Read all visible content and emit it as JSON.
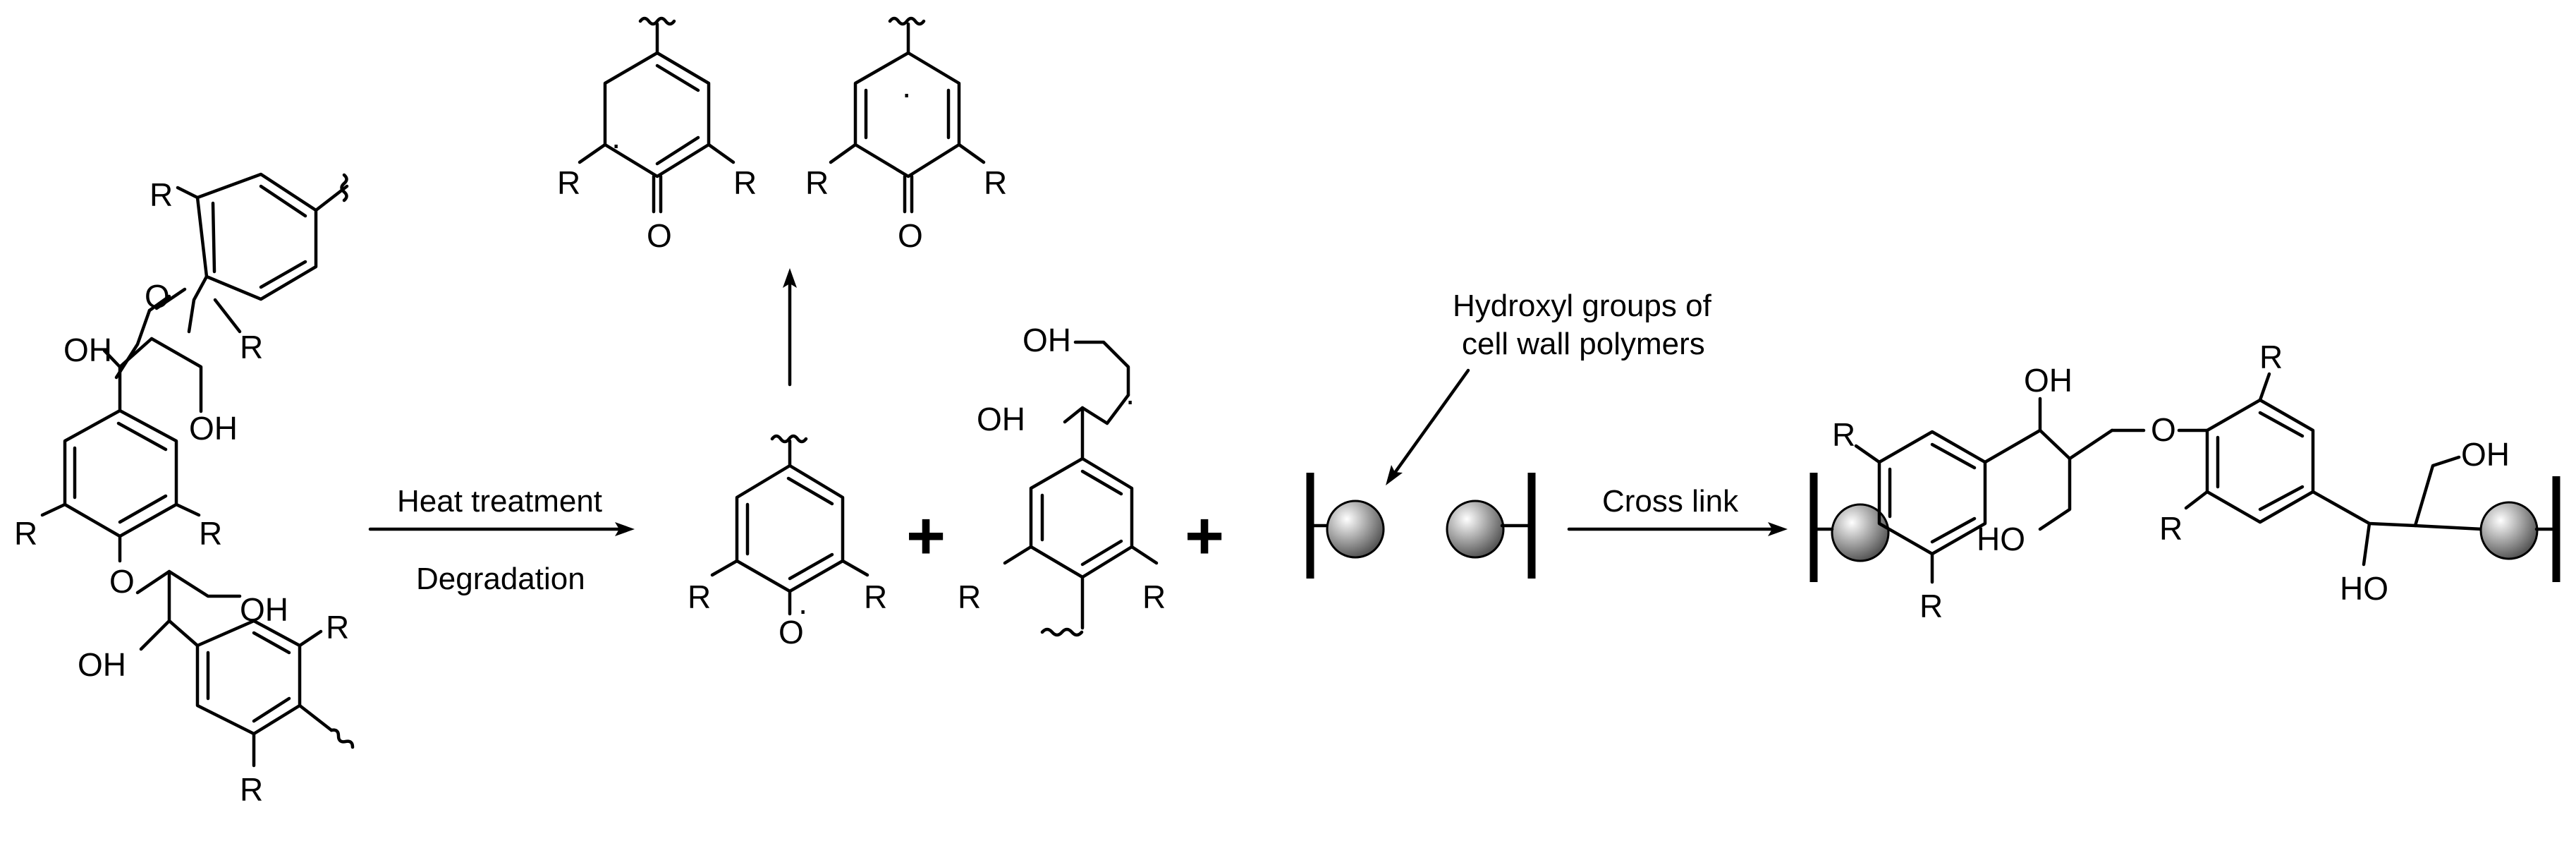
{
  "colors": {
    "ink": "#000000",
    "background": "#ffffff",
    "sphere_light": "#ffffff",
    "sphere_dark": "#555555"
  },
  "atoms": {
    "R": "R",
    "O": "O",
    "OH": "OH",
    "HO": "HO"
  },
  "radical_dot": "·",
  "plus_sign": "+",
  "labels": {
    "heat_treatment": "Heat treatment",
    "degradation": "Degradation",
    "hydroxyl_line1": "Hydroxyl groups of",
    "hydroxyl_line2": "cell wall polymers",
    "cross_link": "Cross link"
  }
}
